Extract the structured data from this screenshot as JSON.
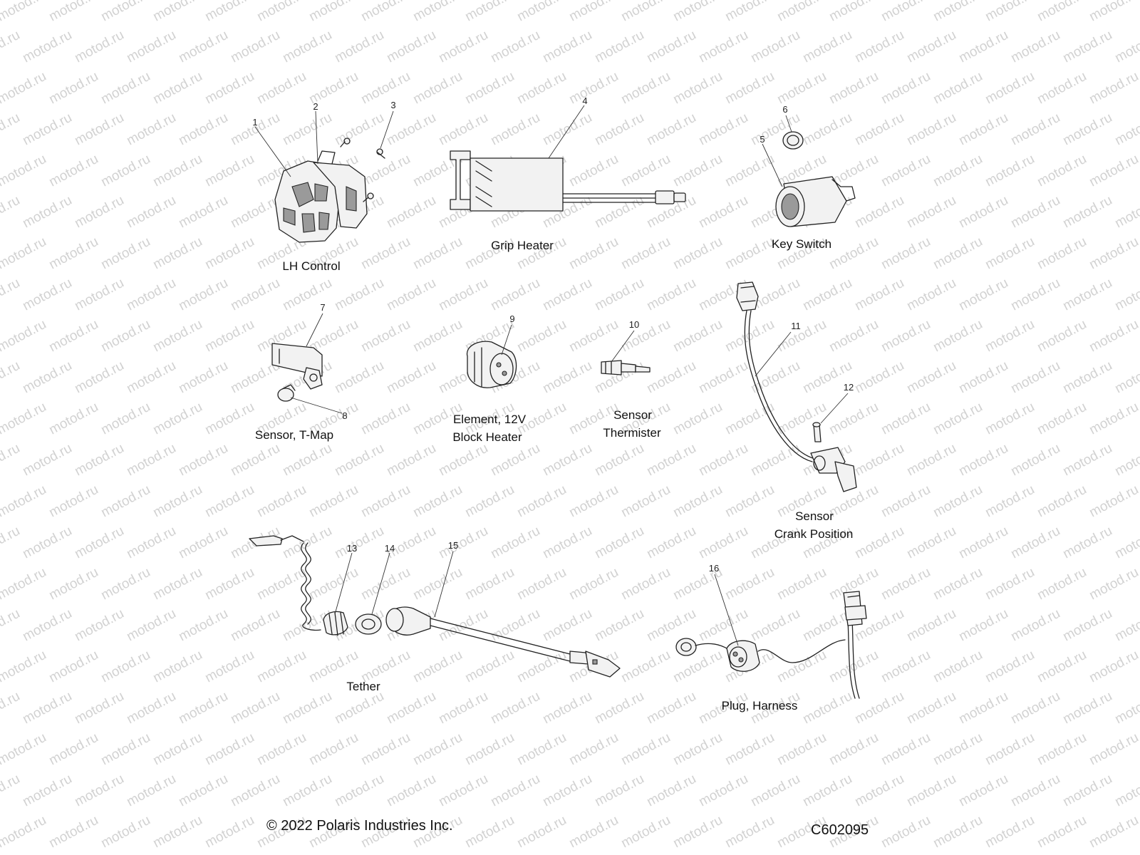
{
  "watermark": {
    "text": "motod.ru"
  },
  "callouts": [
    "1",
    "2",
    "3",
    "4",
    "5",
    "6",
    "7",
    "8",
    "9",
    "10",
    "11",
    "12",
    "13",
    "14",
    "15",
    "16"
  ],
  "labels": {
    "lh_control": "LH Control",
    "grip_heater": "Grip Heater",
    "key_switch": "Key Switch",
    "sensor_tmap": "Sensor, T-Map",
    "block_heater_line1": "Element, 12V",
    "block_heater_line2": "Block Heater",
    "thermister_line1": "Sensor",
    "thermister_line2": "Thermister",
    "crank_line1": "Sensor",
    "crank_line2": "Crank Position",
    "tether": "Tether",
    "plug_harness": "Plug, Harness"
  },
  "footer": {
    "copyright": "© 2022 Polaris Industries Inc.",
    "diagram_code": "C602095"
  }
}
